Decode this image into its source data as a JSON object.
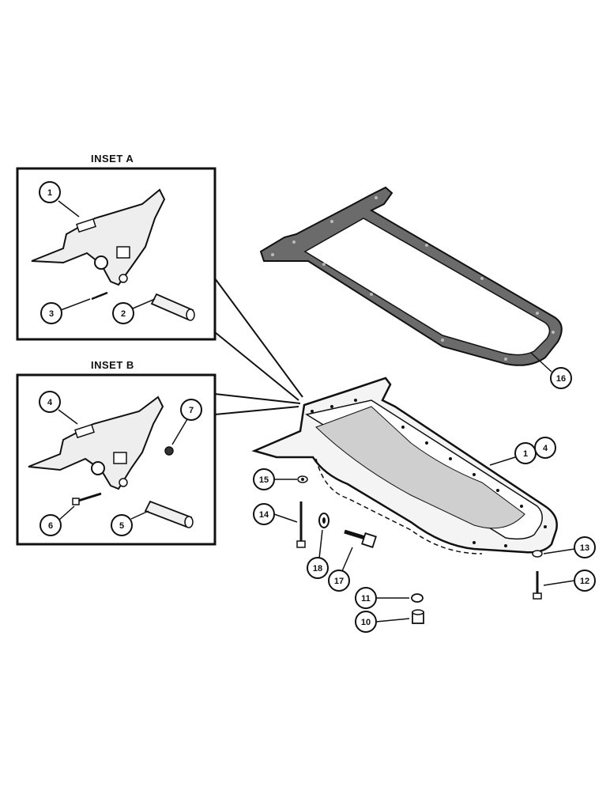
{
  "insets": [
    {
      "title": "INSET A"
    },
    {
      "title": "INSET B"
    }
  ],
  "callouts": {
    "a1": "1",
    "a2": "2",
    "a3": "3",
    "b4": "4",
    "b5": "5",
    "b6": "6",
    "b7": "7",
    "m1": "1",
    "m4": "4",
    "c10": "10",
    "c11": "11",
    "c12": "12",
    "c13": "13",
    "c14": "14",
    "c15": "15",
    "c16": "16",
    "c17": "17",
    "c18": "18"
  },
  "parts": {
    "gasket": "oil-pan-gasket",
    "pan": "oil-pan",
    "bracket": "mounting-bracket"
  }
}
